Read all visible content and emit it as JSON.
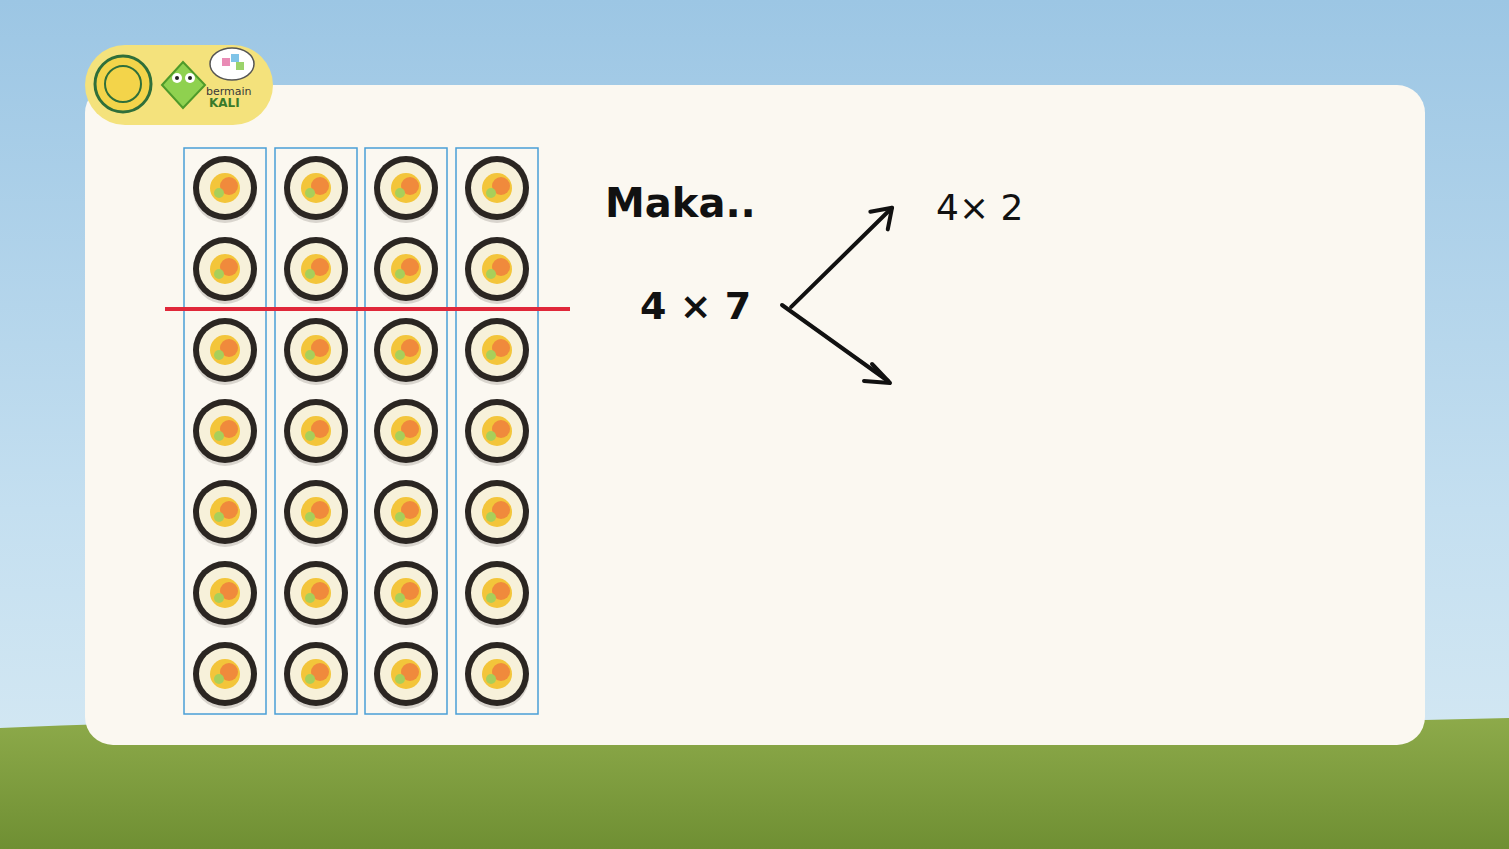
{
  "diagram": {
    "nodes": [
      {
        "text": [
          "4 × 7"
        ]
      },
      {
        "text": [
          "4× 2"
        ]
      }
    ],
    "edges": [
      {
        "from": 0,
        "to": 1,
        "arrow": "to"
      }
    ],
    "labels": [
      "Maka..",
      "bermain",
      "KALI"
    ]
  }
}
